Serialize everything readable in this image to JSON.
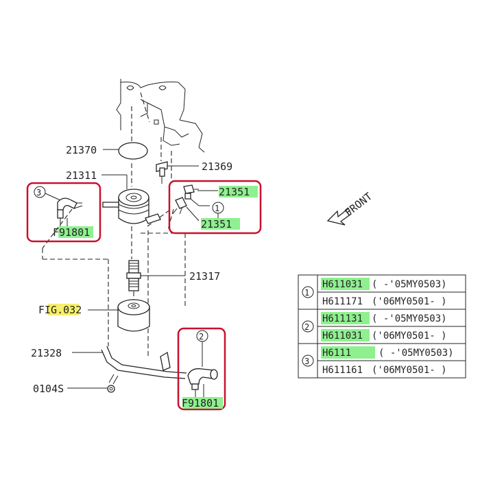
{
  "labels": {
    "p21370": "21370",
    "p21369": "21369",
    "p21311": "21311",
    "p21351_top": "21351",
    "p21351_bottom": "21351",
    "p21317": "21317",
    "p21328": "21328",
    "p0104s": "0104S",
    "f91801_left": "F91801",
    "f91801_right": "F91801",
    "fig_prefix": "F",
    "fig_highlight": "IG.03",
    "fig_suffix": "2",
    "front": "FRONT"
  },
  "callouts": {
    "c1": "1",
    "c2": "2",
    "c3": "3"
  },
  "legend": {
    "groups": [
      {
        "number": "1",
        "rows": [
          {
            "code_hl": "H611031",
            "code_rest": "",
            "range": "( -'05MY0503)"
          },
          {
            "code_hl": "",
            "code_rest": "H611171",
            "range": "('06MY0501- )"
          }
        ]
      },
      {
        "number": "2",
        "rows": [
          {
            "code_hl": "H611131",
            "code_rest": "",
            "range": "( -'05MY0503)"
          },
          {
            "code_hl": "H611031",
            "code_rest": "",
            "range": "('06MY0501- )"
          }
        ]
      },
      {
        "number": "3",
        "rows": [
          {
            "code_hl": "H6111",
            "code_rest": "",
            "range": "( -'05MY0503)"
          },
          {
            "code_hl": "",
            "code_rest": "H611161",
            "range": "('06MY0501- )"
          }
        ]
      }
    ]
  },
  "colors": {
    "highlight_green": "#8ff08f",
    "highlight_yellow": "#f5ef6a",
    "callout_box": "#c8102e"
  }
}
